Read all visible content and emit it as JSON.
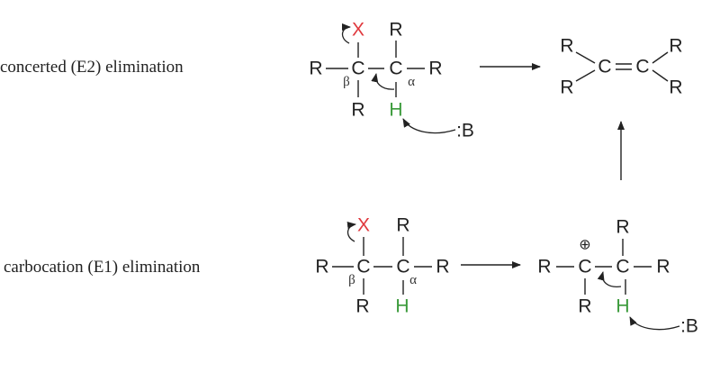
{
  "labels": {
    "e2": "concerted (E2) elimination",
    "e1": "carbocation (E1) elimination"
  },
  "atoms": {
    "R": "R",
    "C": "C",
    "X": "X",
    "H": "H",
    "base": ":B",
    "beta": "β",
    "alpha": "α",
    "plus": "⊕"
  },
  "colors": {
    "leaving_group": "#e0393e",
    "hydrogen": "#3a9a3a",
    "ink": "#222222"
  }
}
